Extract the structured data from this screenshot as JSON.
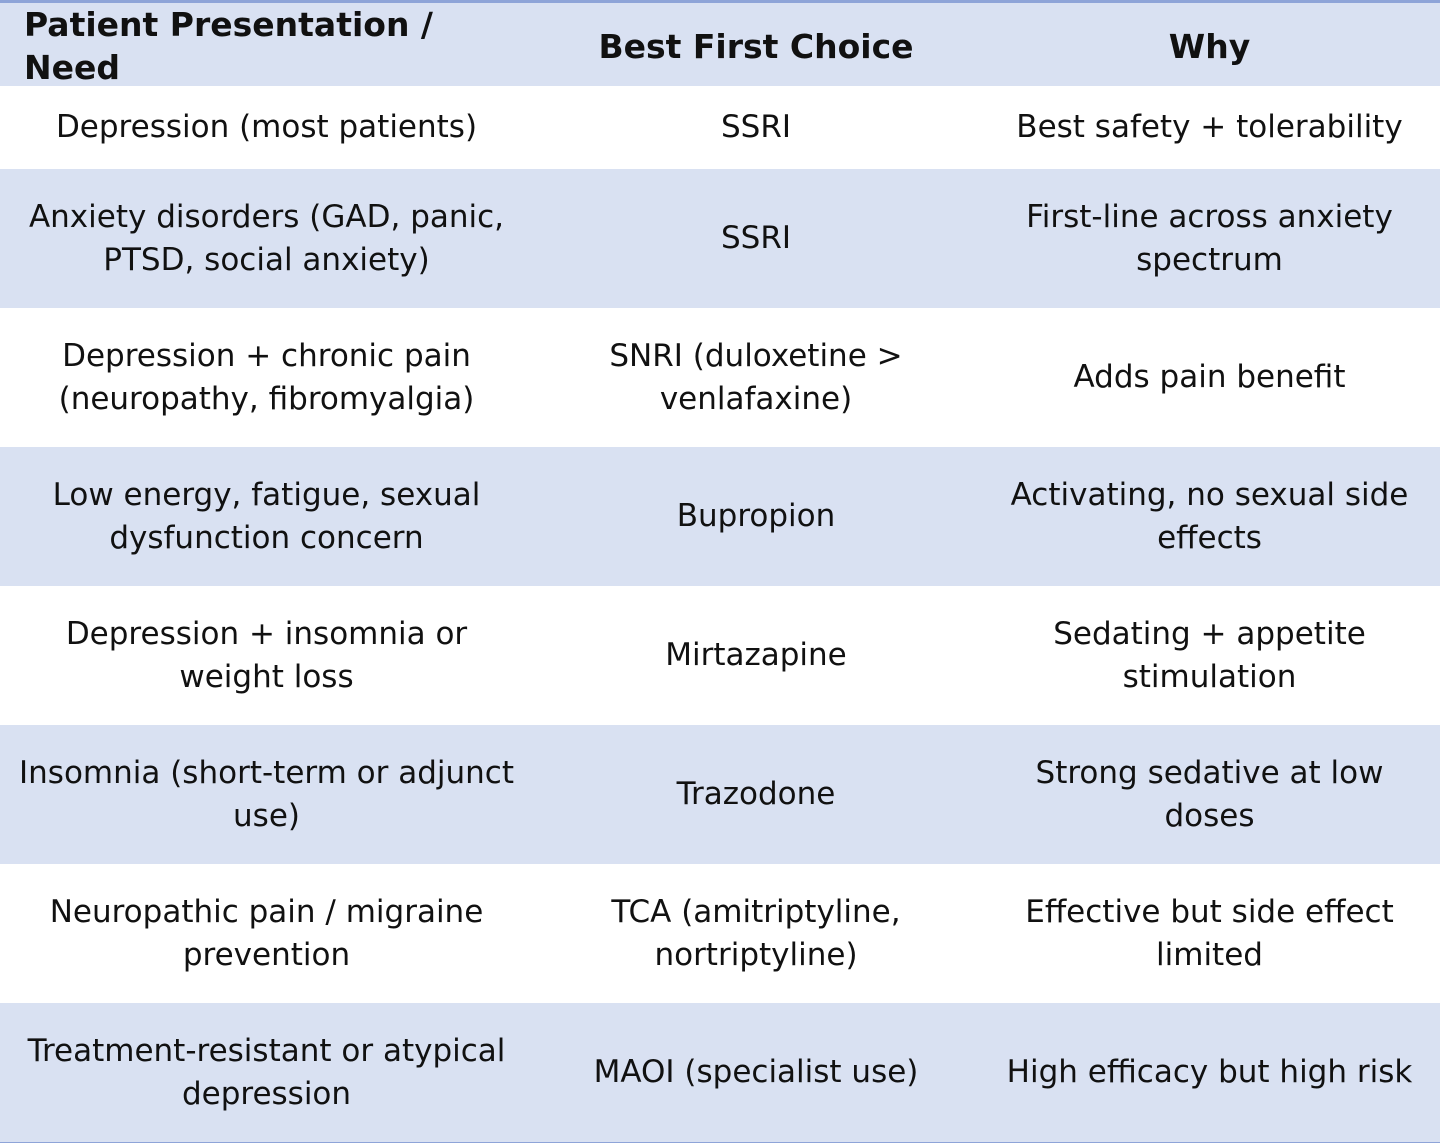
{
  "table": {
    "headers": [
      "Patient Presentation / Need",
      "Best First Choice",
      "Why"
    ],
    "rows": [
      [
        "Depression (most patients)",
        "SSRI",
        "Best safety + tolerability"
      ],
      [
        "Anxiety disorders (GAD, panic, PTSD, social anxiety)",
        "SSRI",
        "First-line across anxiety spectrum"
      ],
      [
        "Depression + chronic pain (neuropathy, fibromyalgia)",
        "SNRI (duloxetine > venlafaxine)",
        "Adds pain benefit"
      ],
      [
        "Low energy, fatigue, sexual dysfunction concern",
        "Bupropion",
        "Activating, no sexual side effects"
      ],
      [
        "Depression + insomnia or weight loss",
        "Mirtazapine",
        "Sedating + appetite stimulation"
      ],
      [
        "Insomnia (short-term or adjunct use)",
        "Trazodone",
        "Strong sedative at low doses"
      ],
      [
        "Neuropathic pain / migraine prevention",
        "TCA (amitriptyline, nortriptyline)",
        "Effective but side effect limited"
      ],
      [
        "Treatment-resistant or atypical depression",
        "MAOI (specialist use)",
        "High efficacy but high risk"
      ]
    ]
  },
  "colors": {
    "band": "#d9e1f2",
    "rule": "#8ea4d8",
    "text": "#111111"
  }
}
